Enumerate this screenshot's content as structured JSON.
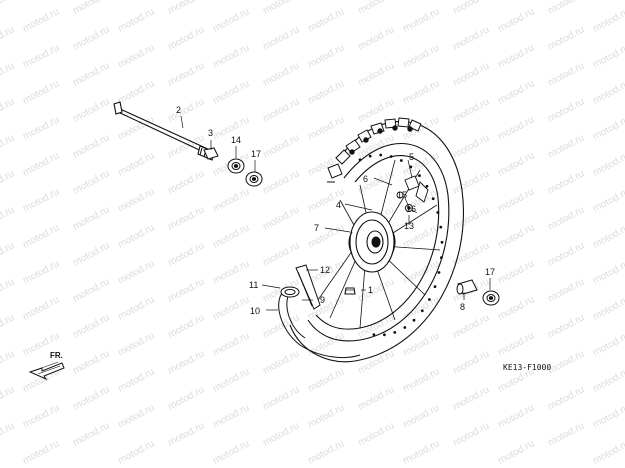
{
  "watermark": {
    "text": "motod.ru"
  },
  "diagram_code": "KE13-F1000",
  "direction_label": "FR.",
  "callouts": {
    "c1": "1",
    "c2": "2",
    "c3": "3",
    "c4": "4",
    "c5": "5",
    "c6": "6",
    "c7": "7",
    "c8": "8",
    "c9": "9",
    "c10": "10",
    "c11": "11",
    "c12": "12",
    "c13": "13",
    "c14": "14",
    "c15": "15",
    "c16": "16",
    "c17a": "17",
    "c17b": "17"
  }
}
